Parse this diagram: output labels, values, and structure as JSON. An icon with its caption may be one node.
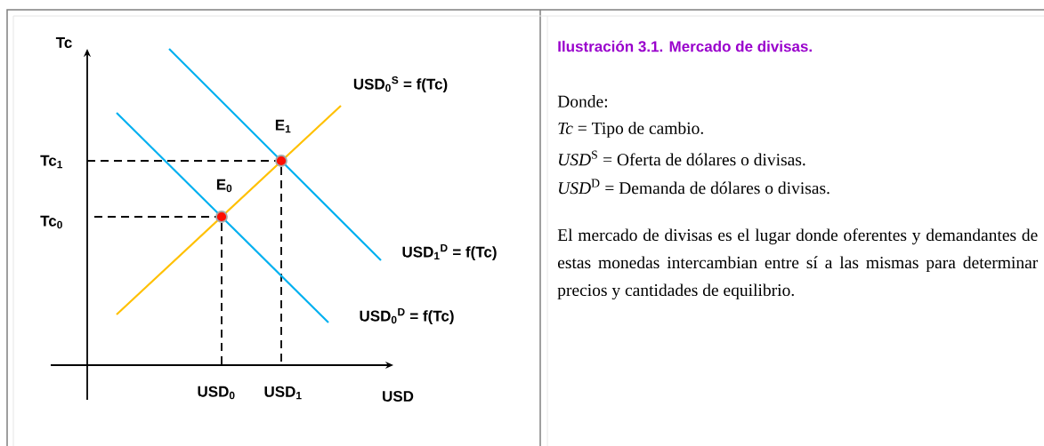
{
  "diagram": {
    "title": "Ilustración 3.1.  Mercado de divisas.",
    "labels": [
      "Tc",
      "USD$_{0}$$^{S}$ = f(Tc)",
      "E$_{1}$",
      "Tc$_{1}$",
      "E$_{0}$",
      "Tc$_{0}$",
      "USD$_{1}$$^{D}$ = f(Tc)",
      "USD$_{0}$$^{D}$ = f(Tc)",
      "USD$_{0}$",
      "USD$_{1}$",
      "USD",
      "Donde:",
      "*Tc* = Tipo de cambio.",
      "*USD*$^{S}$ = Oferta de dólares o divisas.",
      "*USD*$^{D}$ = Demanda de dólares o divisas.",
      "El mercado de divisas es el lugar donde oferentes y demandantes de estas monedas intercambian entre sí a las mismas para determinar precios y cantidades de equilibrio."
    ]
  }
}
